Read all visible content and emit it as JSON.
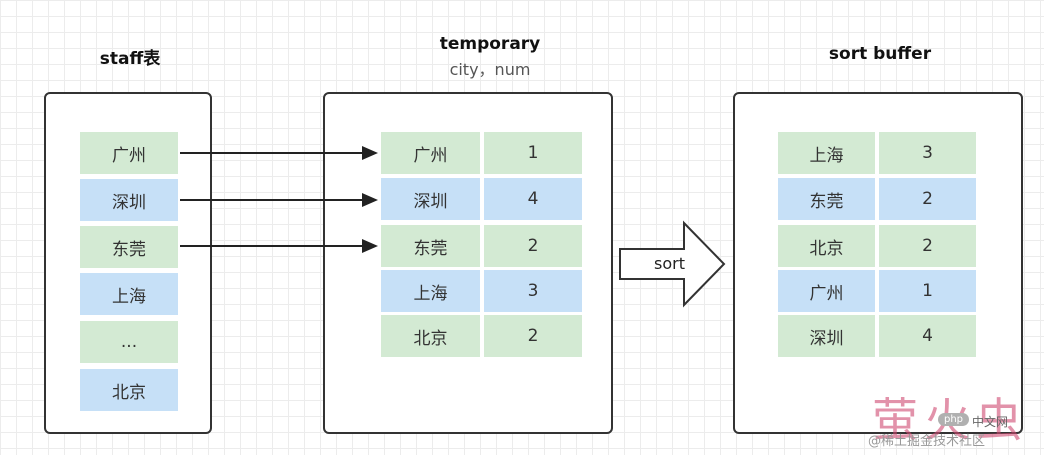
{
  "titles": {
    "staff": "staff表",
    "temporary": "temporary",
    "temporary_fields": "city，num",
    "sort_buffer": "sort buffer"
  },
  "staff_rows": [
    "广州",
    "深圳",
    "东莞",
    "上海",
    "...",
    "北京"
  ],
  "temporary_rows": [
    {
      "city": "广州",
      "num": "1"
    },
    {
      "city": "深圳",
      "num": "4"
    },
    {
      "city": "东莞",
      "num": "2"
    },
    {
      "city": "上海",
      "num": "3"
    },
    {
      "city": "北京",
      "num": "2"
    }
  ],
  "sort_buffer_rows": [
    {
      "city": "上海",
      "num": "3"
    },
    {
      "city": "东莞",
      "num": "2"
    },
    {
      "city": "北京",
      "num": "2"
    },
    {
      "city": "广州",
      "num": "1"
    },
    {
      "city": "深圳",
      "num": "4"
    }
  ],
  "sort_arrow_label": "sort",
  "watermark": {
    "main": "萤火虫",
    "php_badge": "php",
    "cn_text": "中文网",
    "sub": "@稀土掘金技术社区"
  },
  "colors": {
    "green_cell": "#d3ead3",
    "blue_cell": "#c6e0f7",
    "watermark": "#d04a72"
  }
}
